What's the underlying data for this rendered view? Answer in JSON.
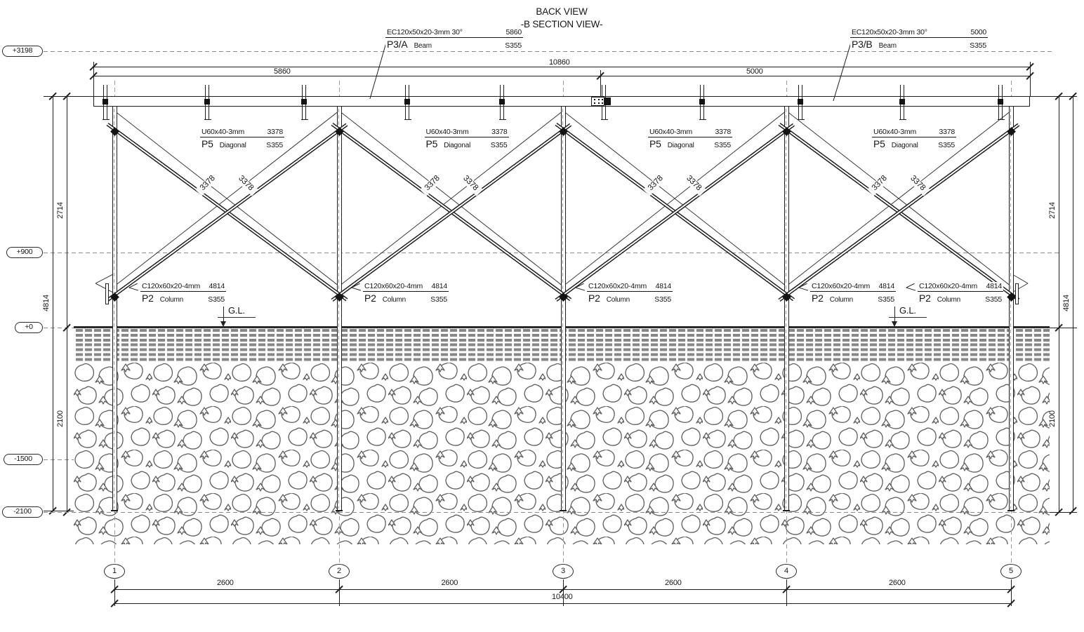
{
  "title": {
    "line1": "BACK VIEW",
    "line2": "-B SECTION VIEW-"
  },
  "beam_callouts": [
    {
      "spec": "EC120x50x20-3mm 30°",
      "length": "5860",
      "mark": "P3/A",
      "type": "Beam",
      "grade": "S355"
    },
    {
      "spec": "EC120x50x20-3mm 30°",
      "length": "5000",
      "mark": "P3/B",
      "type": "Beam",
      "grade": "S355"
    }
  ],
  "diagonal_callout": {
    "spec": "U60x40-3mm",
    "length": "3378",
    "mark": "P5",
    "type": "Diagonal",
    "grade": "S355"
  },
  "column_callout": {
    "spec": "C120x60x20-4mm",
    "length": "4814",
    "mark": "P2",
    "type": "Column",
    "grade": "S355"
  },
  "diagonal_dim": "3378",
  "elevations": [
    {
      "label": "+3198"
    },
    {
      "label": "+900"
    },
    {
      "label": "+0"
    },
    {
      "label": "-1500"
    },
    {
      "label": "-2100"
    }
  ],
  "dims": {
    "top_total": "10860",
    "top_left": "5860",
    "top_right": "5000",
    "side_upper": "2714",
    "side_total": "4814",
    "side_lower": "2100",
    "bottom_bay": "2600",
    "bottom_total": "10400"
  },
  "grid_bubbles": [
    "1",
    "2",
    "3",
    "4",
    "5"
  ],
  "ground_label": "G.L.",
  "colors": {
    "line": "#1f1f1f",
    "dash": "#8c8c8c",
    "ground_stripe": "#878787"
  }
}
